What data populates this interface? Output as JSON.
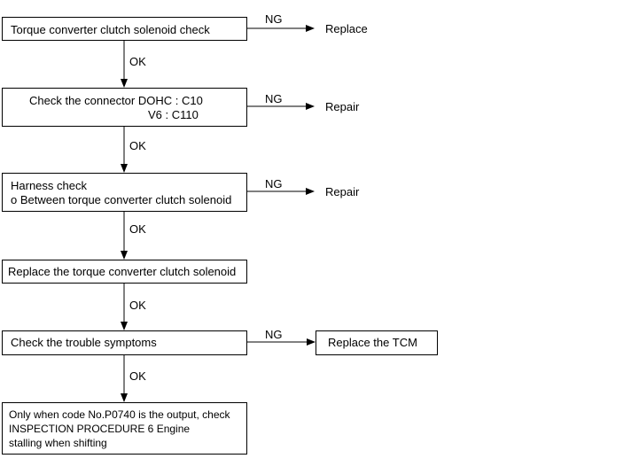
{
  "steps": {
    "step1": {
      "text": "Torque converter clutch solenoid check",
      "ng_label": "NG",
      "ng_result": "Replace"
    },
    "step2": {
      "line1": "Check the connector  DOHC : C10",
      "line2": "V6 : C110",
      "ng_label": "NG",
      "ng_result": "Repair"
    },
    "step3": {
      "line1": "Harness check",
      "line2": "o Between torque converter clutch solenoid",
      "ng_label": "NG",
      "ng_result": "Repair"
    },
    "step4": {
      "text": "Replace the  torque converter clutch solenoid"
    },
    "step5": {
      "text": "Check the trouble symptoms",
      "ng_label": "NG",
      "ng_result": "Replace the TCM"
    },
    "step6": {
      "line1": "Only when code No.P0740 is the output, check",
      "line2": "INSPECTION PROCEDURE 6 Engine",
      "line3": "stalling when shifting"
    }
  },
  "ok_labels": [
    "OK",
    "OK",
    "OK",
    "OK",
    "OK"
  ]
}
